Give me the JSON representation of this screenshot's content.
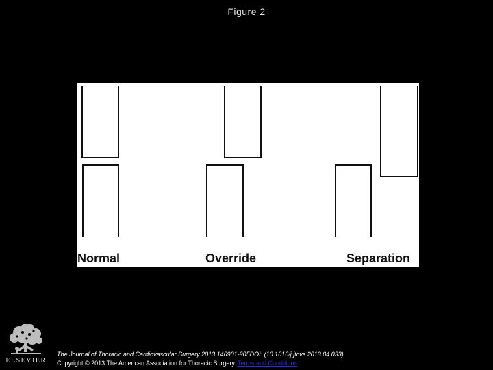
{
  "page": {
    "title": "Figure 2"
  },
  "figure": {
    "panels": [
      {
        "label": "Normal"
      },
      {
        "label": "Override"
      },
      {
        "label": "Separation"
      }
    ]
  },
  "footer": {
    "citation_journal": "The Journal of Thoracic and Cardiovascular Surgery",
    "citation_rest": " 2013 146901-905DOI: (10.1016/j.jtcvs.2013.04.033)",
    "copyright_text": "Copyright © 2013 The American Association for Thoracic Surgery",
    "terms_link": "Terms and Conditions"
  },
  "logo": {
    "wordmark": "ELSEVIER"
  },
  "colors": {
    "page_bg": "#000000",
    "figure_bg": "#ffffff",
    "line_black": "#111111",
    "link_blue": "#2b2bd6",
    "title_text": "#e8e8e8"
  }
}
